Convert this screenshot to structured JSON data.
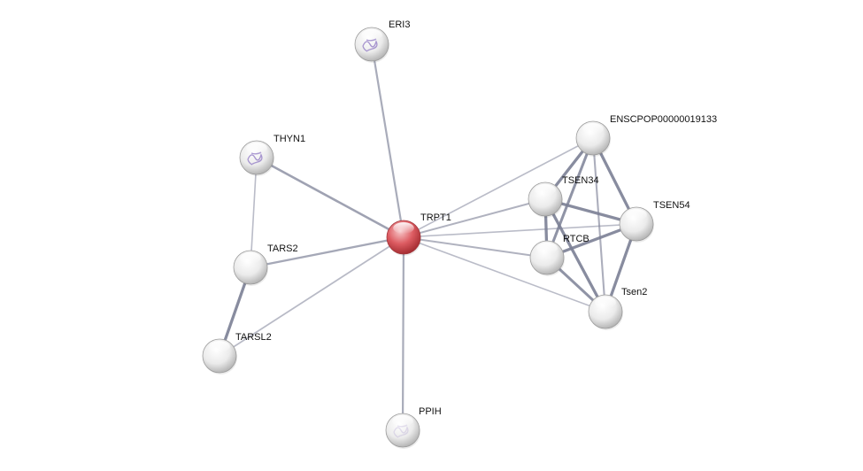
{
  "colors": {
    "query_node": "#d9545a",
    "node": "#e4e4e4",
    "edge": "#7b7f95",
    "label": "#111111"
  },
  "nodes": [
    {
      "id": "TRPT1",
      "label": "TRPT1",
      "query": true
    },
    {
      "id": "ERI3",
      "label": "ERI3",
      "structure": true
    },
    {
      "id": "THYN1",
      "label": "THYN1",
      "structure": true
    },
    {
      "id": "TARS2",
      "label": "TARS2"
    },
    {
      "id": "TARSL2",
      "label": "TARSL2"
    },
    {
      "id": "PPIH",
      "label": "PPIH",
      "structure": true
    },
    {
      "id": "ENSCPOP00000019133",
      "label": "ENSCPOP00000019133"
    },
    {
      "id": "TSEN34",
      "label": "TSEN34"
    },
    {
      "id": "TSEN54",
      "label": "TSEN54"
    },
    {
      "id": "RTCB",
      "label": "RTCB"
    },
    {
      "id": "Tsen2",
      "label": "Tsen2"
    }
  ],
  "edges": [
    {
      "source": "TRPT1",
      "target": "ERI3",
      "strength": 0.55
    },
    {
      "source": "TRPT1",
      "target": "THYN1",
      "strength": 0.7
    },
    {
      "source": "TRPT1",
      "target": "TARS2",
      "strength": 0.6
    },
    {
      "source": "TRPT1",
      "target": "TARSL2",
      "strength": 0.35
    },
    {
      "source": "TRPT1",
      "target": "PPIH",
      "strength": 0.55
    },
    {
      "source": "TRPT1",
      "target": "ENSCPOP00000019133",
      "strength": 0.3
    },
    {
      "source": "TRPT1",
      "target": "TSEN34",
      "strength": 0.45
    },
    {
      "source": "TRPT1",
      "target": "TSEN54",
      "strength": 0.3
    },
    {
      "source": "TRPT1",
      "target": "RTCB",
      "strength": 0.45
    },
    {
      "source": "TRPT1",
      "target": "Tsen2",
      "strength": 0.3
    },
    {
      "source": "THYN1",
      "target": "TARS2",
      "strength": 0.3
    },
    {
      "source": "TARS2",
      "target": "TARSL2",
      "strength": 1.0
    },
    {
      "source": "ENSCPOP00000019133",
      "target": "TSEN34",
      "strength": 1.0
    },
    {
      "source": "ENSCPOP00000019133",
      "target": "TSEN54",
      "strength": 1.0
    },
    {
      "source": "ENSCPOP00000019133",
      "target": "RTCB",
      "strength": 0.9
    },
    {
      "source": "ENSCPOP00000019133",
      "target": "Tsen2",
      "strength": 0.5
    },
    {
      "source": "TSEN34",
      "target": "TSEN54",
      "strength": 1.0
    },
    {
      "source": "TSEN34",
      "target": "RTCB",
      "strength": 1.0
    },
    {
      "source": "TSEN34",
      "target": "Tsen2",
      "strength": 1.0
    },
    {
      "source": "TSEN54",
      "target": "RTCB",
      "strength": 1.0
    },
    {
      "source": "TSEN54",
      "target": "Tsen2",
      "strength": 1.0
    },
    {
      "source": "RTCB",
      "target": "Tsen2",
      "strength": 0.9
    }
  ]
}
